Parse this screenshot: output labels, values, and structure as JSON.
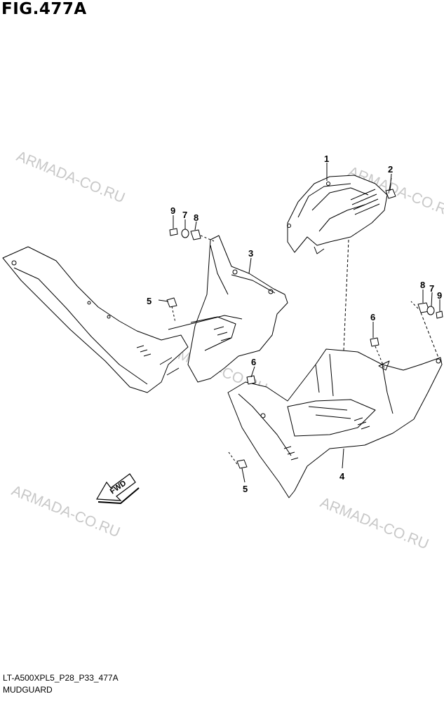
{
  "figure": {
    "title": "FIG.477A"
  },
  "footer": {
    "code": "LT-A500XPL5_P28_P33_477A",
    "section_name": "MUDGUARD"
  },
  "watermark": "ARMADA-CO.RU",
  "direction_label": "FWD",
  "callouts": [
    "1",
    "2",
    "3",
    "4",
    "5",
    "6",
    "7",
    "8",
    "9"
  ]
}
